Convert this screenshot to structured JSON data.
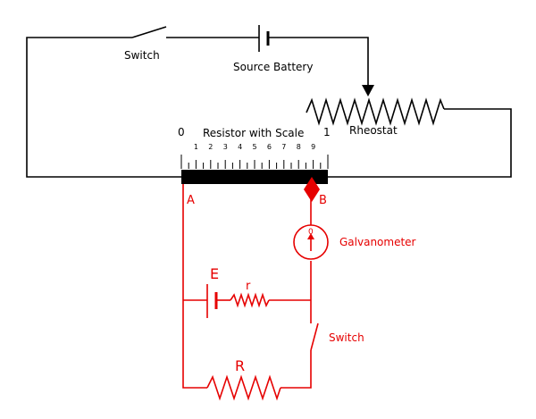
{
  "colors": {
    "primary_circuit": "#000000",
    "secondary_circuit": "#e60000"
  },
  "labels": {
    "switch_top": "Switch",
    "battery": "Source Battery",
    "rheostat": "Rheostat",
    "resistor_scale": "Resistor with Scale",
    "point_a": "A",
    "point_b": "B",
    "galvanometer": "Galvanometer",
    "galvanometer_zero": "0",
    "emf": "E",
    "internal_r": "r",
    "switch_bottom": "Switch",
    "load_r": "R"
  },
  "scale": {
    "start": "0",
    "end": "1",
    "ticks": [
      "1",
      "2",
      "3",
      "4",
      "5",
      "6",
      "7",
      "8",
      "9"
    ]
  }
}
